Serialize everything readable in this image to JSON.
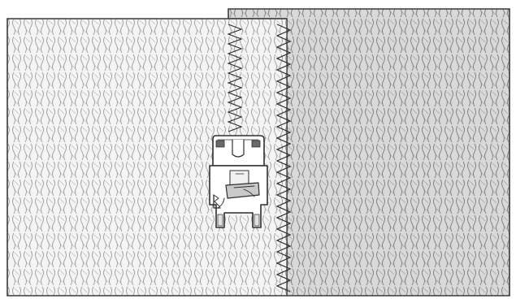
{
  "figure": {
    "subject": "knit-fabric-lapped-seam-with-zigzag-stitch",
    "colors": {
      "background": "#ffffff",
      "front_fabric": "#f4f4f4",
      "back_fabric": "#d9d9d9",
      "outline": "#3a3a3a",
      "knit_texture": "#8c8c8c",
      "stitch": "#2b2b2b",
      "presser_foot_fill": "#ffffff"
    },
    "parts": [
      {
        "name": "front-fabric-layer",
        "shading": "light"
      },
      {
        "name": "back-fabric-layer",
        "shading": "grey"
      },
      {
        "name": "zigzag-stitch-line",
        "rows": 2
      },
      {
        "name": "presser-foot",
        "label": ""
      }
    ]
  }
}
